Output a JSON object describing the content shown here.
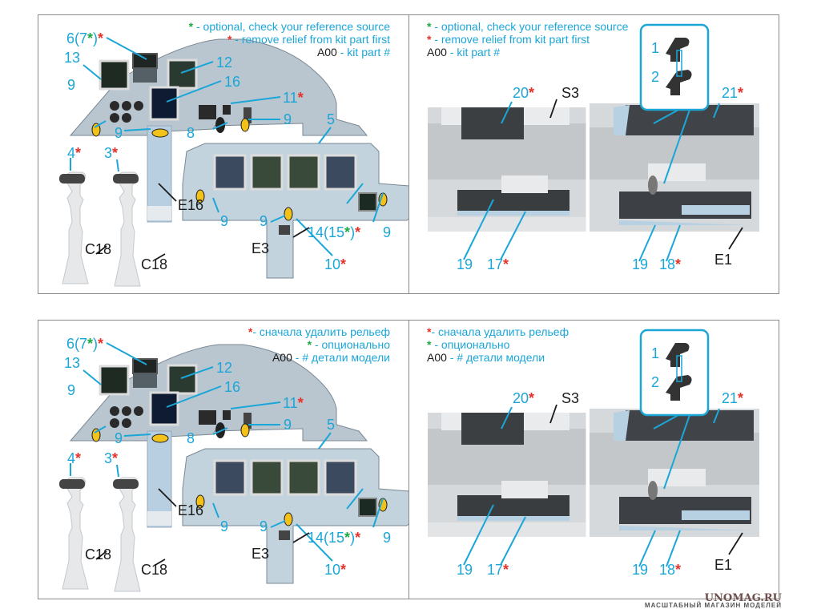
{
  "colors": {
    "callout": "#1ba6d8",
    "mandatory_star": "#e5322b",
    "optional_star": "#1ea84a",
    "kit_part": "#1a1a1a",
    "border": "#8a8a8a",
    "watermark": "#6e4f4c"
  },
  "star_glyph": "*",
  "legend_en": {
    "optional": "- optional, check your reference source",
    "remove_relief": "- remove relief from kit part first",
    "kit_code": "A00",
    "kit_part": "- kit part #"
  },
  "legend_ru": {
    "remove_relief": "- сначала удалить рельеф",
    "optional": "- опционально",
    "kit_code": "A00",
    "kit_part": "- # детали модели"
  },
  "dash_labels": {
    "c6": "6(7",
    "c6_close": ")",
    "c13": "13",
    "c12": "12",
    "c16": "16",
    "c11": "11",
    "c9": "9",
    "c8": "8",
    "c5": "5",
    "c4": "4",
    "c3": "3",
    "c14": "14(15",
    "c14_close": ")",
    "c10": "10",
    "kit_e16": "E16",
    "kit_e3": "E3",
    "kit_c18": "C18"
  },
  "side_labels": {
    "c1": "1",
    "c2": "2",
    "c20": "20",
    "c21": "21",
    "c19": "19",
    "c17": "17",
    "c18": "18",
    "kit_s3": "S3",
    "kit_e1": "E1"
  },
  "watermark": {
    "brand": "UNOMAG.RU",
    "tagline": "МАСШТАБНЫЙ МАГАЗИН МОДЕЛЕЙ"
  }
}
